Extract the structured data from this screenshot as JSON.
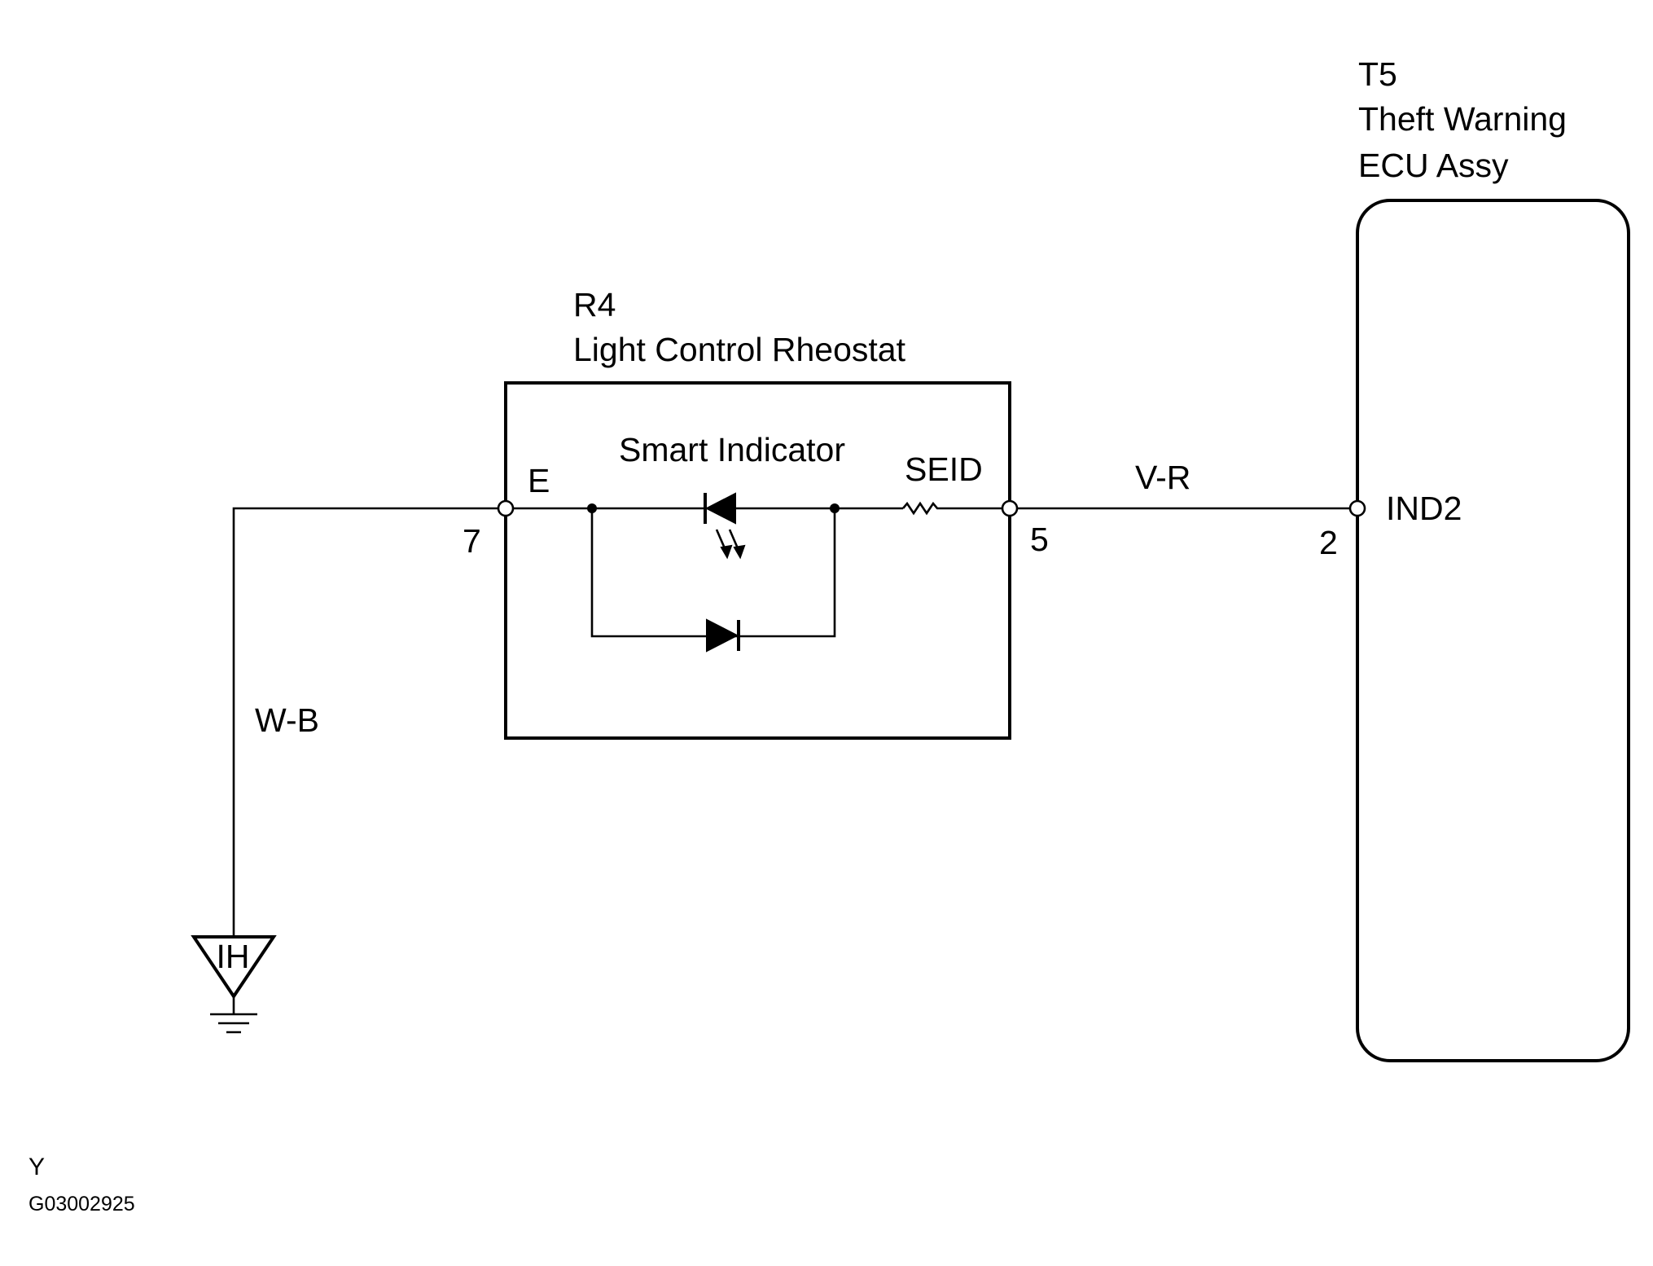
{
  "components": {
    "ecu": {
      "code": "T5",
      "name_line1": "Theft Warning",
      "name_line2": "ECU Assy",
      "terminal_name": "IND2",
      "pin": "2"
    },
    "rheostat": {
      "code": "R4",
      "name": "Light Control Rheostat",
      "inner_label": "Smart Indicator",
      "terminal_left": "E",
      "terminal_right": "SEID",
      "pin_left": "7",
      "pin_right": "5"
    }
  },
  "wires": {
    "ground_wire": "W-B",
    "signal_wire": "V-R"
  },
  "ground": {
    "label": "IH"
  },
  "footer": {
    "letter": "Y",
    "figure_code": "G03002925"
  }
}
